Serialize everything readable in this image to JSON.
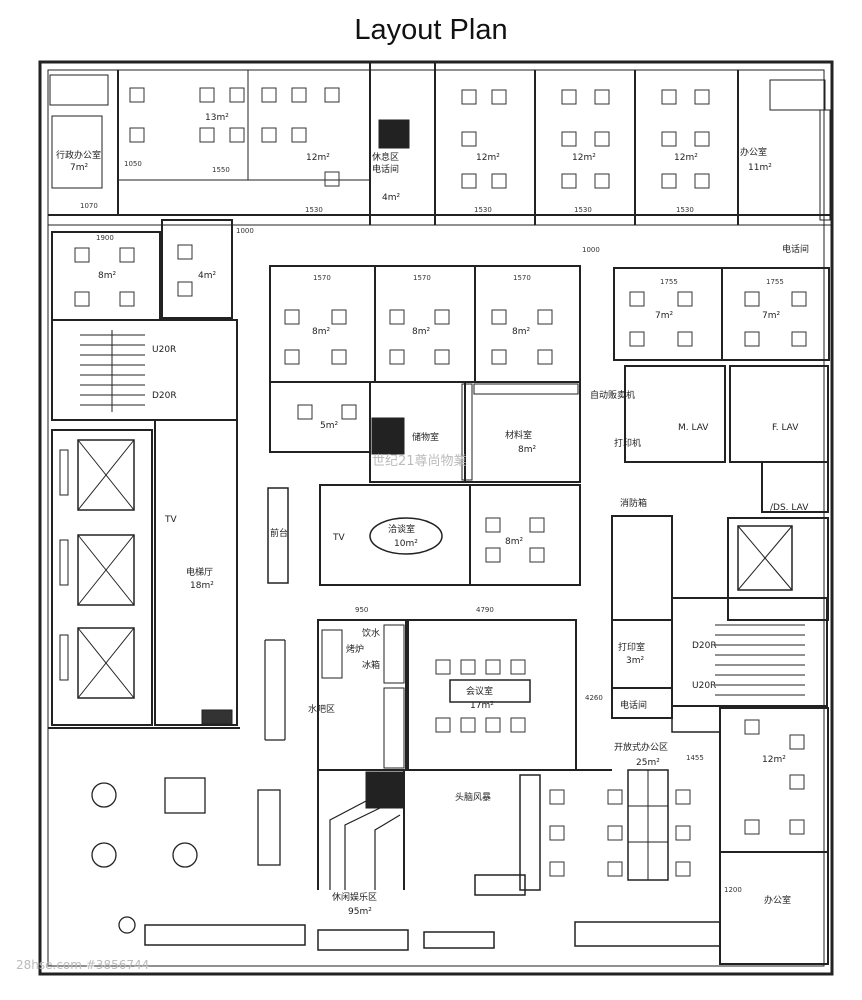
{
  "title": "Layout Plan",
  "watermark_center": "世纪21尊尚物業",
  "watermark_bottom": "28hse.com #3856744",
  "rooms": {
    "admin_office": "行政办公室",
    "admin_office_area": "7m²",
    "office_a_area": "13m²",
    "office_b_area": "12m²",
    "rest_area": "休息区",
    "phone_room": "电话间",
    "rest_area_size": "4m²",
    "office_c_area": "12m²",
    "office_d_area": "12m²",
    "office_e_area": "12m²",
    "office_top_right": "办公室",
    "office_top_right_area": "11m²",
    "phone_room_right": "电话间",
    "room_8_left": "8m²",
    "room_4_left": "4m²",
    "meet_8_a": "8m²",
    "meet_8_b": "8m²",
    "meet_8_c": "8m²",
    "room_7_a": "7m²",
    "room_7_b": "7m²",
    "room_5": "5m²",
    "storage": "储物室",
    "material_room": "材料室",
    "material_area": "8m²",
    "vending": "自动贩卖机",
    "printer_right": "打印机",
    "m_lav": "M. LAV",
    "f_lav": "F. LAV",
    "ds_lav": "/DS. LAV",
    "stair_u20r_1": "U20R",
    "stair_d20r_1": "D20R",
    "tv_left": "TV",
    "lift_lobby": "电梯厅",
    "lift_lobby_area": "18m²",
    "reception": "前台",
    "tv_mid": "TV",
    "negotiation": "洽谈室",
    "negotiation_area": "10m²",
    "small_meet_area": "8m²",
    "fire_box": "消防箱",
    "drinks": "饮水",
    "oven": "烤炉",
    "fridge": "冰箱",
    "water_bar": "水吧区",
    "conference": "会议室",
    "conference_area": "17m²",
    "print_room": "打印室",
    "print_room_area": "3m²",
    "phone_room_lower": "电话间",
    "stair_d20r_2": "D20R",
    "stair_u20r_2": "U20R",
    "open_office": "开放式办公区",
    "open_office_area": "25m²",
    "office_lower_right_area": "12m²",
    "brainstorm": "头脑风暴",
    "leisure": "休闲娱乐区",
    "leisure_area": "95m²",
    "office_bottom_right": "办公室"
  },
  "dimensions": {
    "d1050a": "1050",
    "d1550": "1550",
    "d1070": "1070",
    "d1530a": "1530",
    "d1530b": "1530",
    "d1530c": "1530",
    "d1530d": "1530",
    "d1900": "1900",
    "d1000a": "1000",
    "d1000b": "1000",
    "d1570a": "1570",
    "d1570b": "1570",
    "d1570c": "1570",
    "d1755a": "1755",
    "d1755b": "1755",
    "d950": "950",
    "d4790": "4790",
    "d4260": "4260",
    "d1455": "1455",
    "d1200": "1200"
  }
}
